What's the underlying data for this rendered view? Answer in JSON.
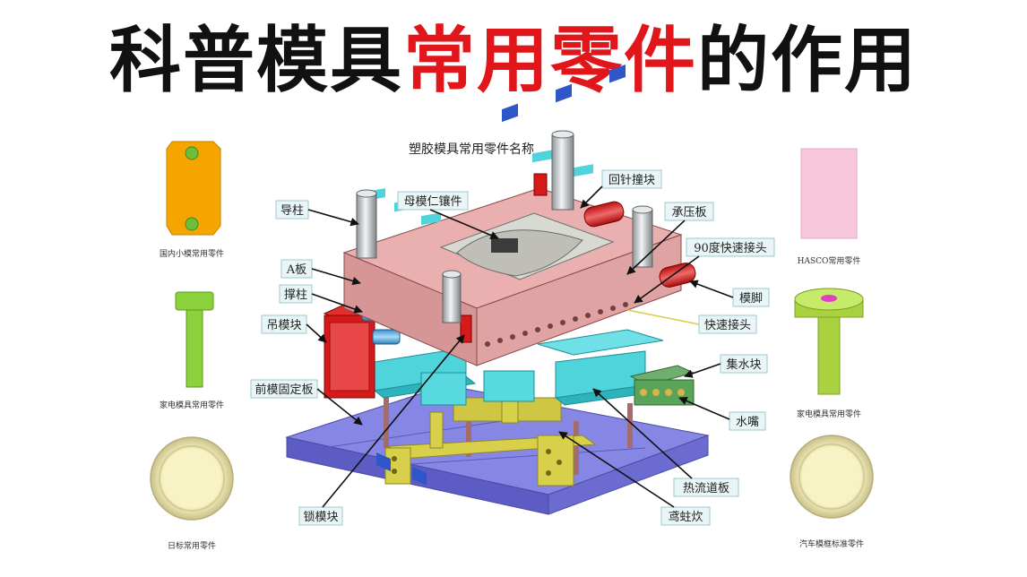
{
  "title": {
    "part1": "科普模具",
    "part2": "常用零件",
    "part3": "的作用",
    "accent_color": "#e0161b"
  },
  "diagram": {
    "header": "塑胶模具常用零件名称",
    "labels": {
      "guide_pillar": "导柱",
      "a_plate": "A板",
      "support_pillar": "撑柱",
      "lifting_block": "吊模块",
      "front_clamp_plate": "前模固定板",
      "lock_block": "锁模块",
      "cavity_insert": "母模仁镶件",
      "return_pin_block": "回针撞块",
      "bearing_plate": "承压板",
      "quick_joint_90": "90度快速接头",
      "mold_foot": "模脚",
      "quick_joint": "快速接头",
      "water_collector": "集水块",
      "water_nozzle": "水嘴",
      "hot_runner_plate": "热流道板",
      "spruce_block": "鸢蛀炊"
    }
  },
  "side_parts": {
    "left": [
      {
        "caption": "国内小模常用零件"
      },
      {
        "caption": "家电模具常用零件"
      },
      {
        "caption": "日标常用零件"
      }
    ],
    "right": [
      {
        "caption": "HASCO常用零件"
      },
      {
        "caption": "家电模具常用零件"
      },
      {
        "caption": "汽车模框标准零件"
      }
    ]
  },
  "colors": {
    "a_plate": "#eaa6a6",
    "clamp_plate": "#7b7be0",
    "cyan_block": "#4fd4dc",
    "red_part": "#d61a1a",
    "yellow_part": "#d8cf4a",
    "pink_card": "#f7c8dc",
    "orange_part": "#f5a400",
    "green_part": "#8cd23c",
    "olive_part": "#a8d240",
    "disc": "#f4efb2"
  }
}
